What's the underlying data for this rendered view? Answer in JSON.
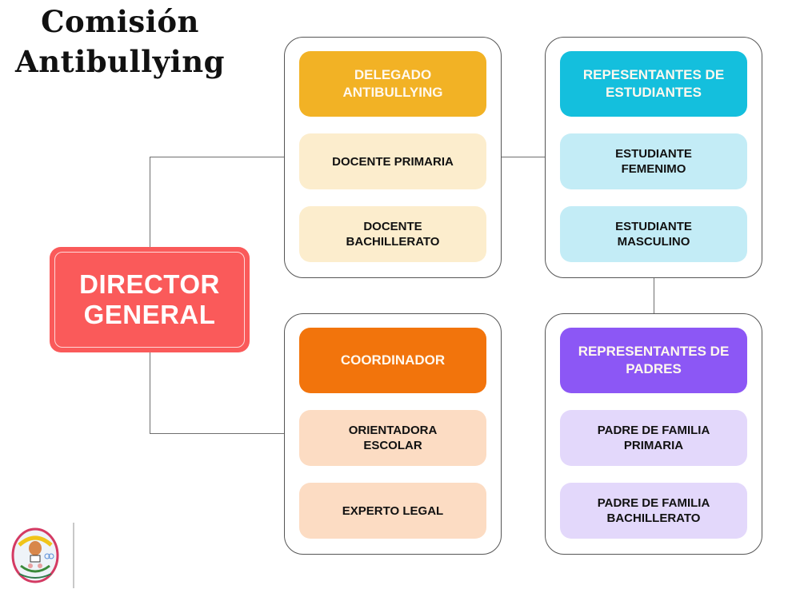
{
  "title": {
    "line1": "Comisión",
    "line2": "Antibullying"
  },
  "director": {
    "label": "DIRECTOR GENERAL",
    "color": "#fa5a5a"
  },
  "groups": [
    {
      "id": "delegado",
      "head": "DELEGADO ANTIBULLYING",
      "head_color": "#f2b225",
      "sub_color": "#fcedcd",
      "members": [
        "DOCENTE PRIMARIA",
        "DOCENTE BACHILLERATO"
      ]
    },
    {
      "id": "estudiantes",
      "head": "REPESENTANTES DE ESTUDIANTES",
      "head_color": "#14bfdd",
      "sub_color": "#c3ecf6",
      "members": [
        "ESTUDIANTE FEMENIMO",
        "ESTUDIANTE MASCULINO"
      ]
    },
    {
      "id": "coordinador",
      "head": "COORDINADOR",
      "head_color": "#f2740c",
      "sub_color": "#fcdcc3",
      "members": [
        "ORIENTADORA ESCOLAR",
        "EXPERTO LEGAL"
      ]
    },
    {
      "id": "padres",
      "head": "REPRESENTANTES DE PADRES",
      "head_color": "#8c57f5",
      "sub_color": "#e3d8fb",
      "members": [
        "PADRE DE FAMILIA PRIMARIA",
        "PADRE DE FAMILIA BACHILLERATO"
      ]
    }
  ],
  "logo": {
    "icon": "school-crest-icon"
  }
}
